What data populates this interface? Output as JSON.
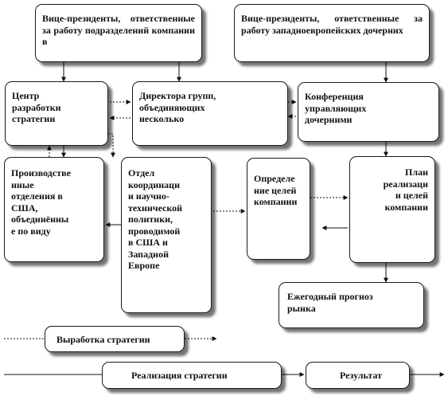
{
  "boxes": {
    "vp_divisions": "Вице-президенты, ответственные за работу подразделений компании в",
    "vp_west_europe": "Вице-президенты, ответственные за работу западноевропейских дочерних",
    "strategy_center": "Центр\nразработки\nстратегии",
    "group_directors": "Директора групп,\nобъединяющих\nнесколько",
    "subsidiaries_conference": "Конференция\nуправляющих\nдочерними",
    "us_production_divisions": "Производстве\nнные\nотделения в\nСША,\nобъединённы\nе по виду",
    "coordination_department": "Отдел\nкоординаци\nи научно-\nтехнической\nполитики,\nпроводимой\nв США и\nЗападной\nЕвропе",
    "company_goals": "Определе\nние целей\nкомпании",
    "goals_plan": "План\nреализаци\nи целей\nкомпании",
    "market_forecast": "Ежегодный прогноз\nрынка"
  },
  "legend": {
    "strategy_development": "Выработка стратегии",
    "strategy_implementation": "Реализация стратегии",
    "result": "Результат"
  }
}
